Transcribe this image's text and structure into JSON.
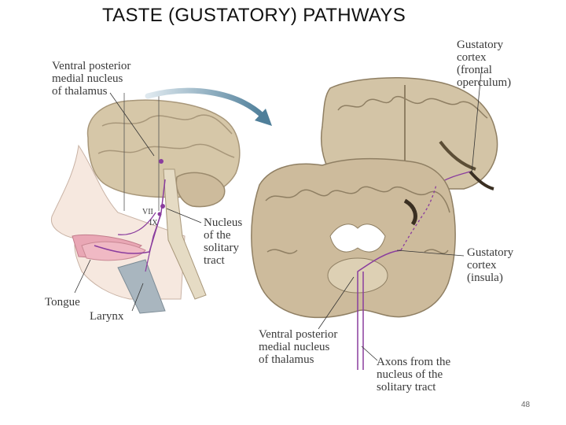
{
  "title": "TASTE (GUSTATORY) PATHWAYS",
  "labels": {
    "vpm_top": [
      "Ventral posterior",
      "medial nucleus",
      "of thalamus"
    ],
    "nucleus_solitary": [
      "Nucleus",
      "of the",
      "solitary",
      "tract"
    ],
    "tongue": "Tongue",
    "larynx": "Larynx",
    "gust_frontal": [
      "Gustatory",
      "cortex",
      "(frontal",
      "operculum)"
    ],
    "gust_insula": [
      "Gustatory",
      "cortex",
      "(insula)"
    ],
    "vpm_bottom": [
      "Ventral posterior",
      "medial nucleus",
      "of thalamus"
    ],
    "axons": [
      "Axons from the",
      "nucleus of the",
      "solitary tract"
    ],
    "nerve_vii": "VII",
    "nerve_ix": "IX"
  },
  "slide_number": "48",
  "colors": {
    "pathway": "#8a3d9e",
    "brain": "#cdbb9c",
    "arrow": "#4f7f9a"
  }
}
